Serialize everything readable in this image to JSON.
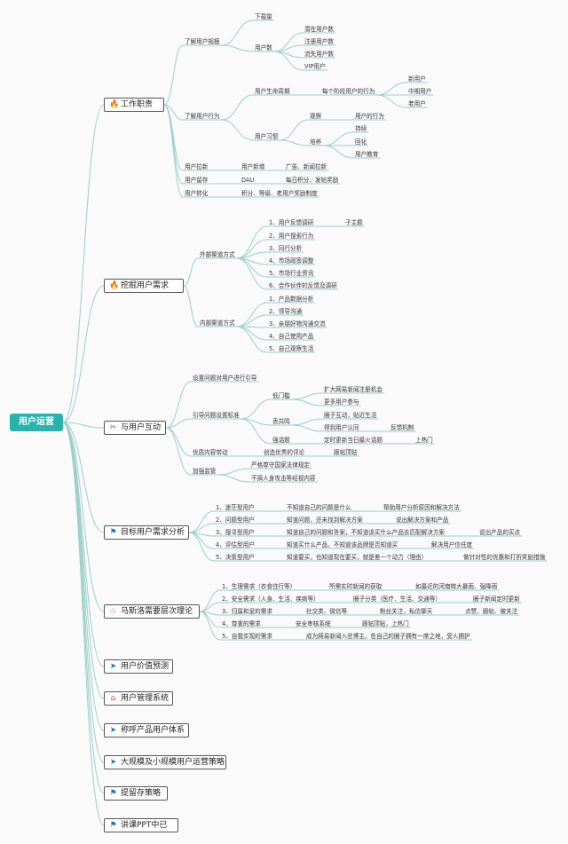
{
  "root": "用户运营",
  "colors": {
    "line": "#9ccfc9",
    "root": "#2ab3ac",
    "icon_blue": "#1a73c9",
    "icon_red": "#e53935"
  },
  "icons": [
    "flame-icon",
    "flame-icon",
    "sparkle-icon",
    "flag-icon",
    "star-icon",
    "paper-plane-icon",
    "house-icon",
    "paper-plane-icon",
    "paper-plane-icon",
    "flag-icon",
    "flag-icon"
  ],
  "branches": [
    {
      "label": "工作职责",
      "children": [
        {
          "label": "了解用户规模",
          "children": [
            {
              "label": "下载量"
            },
            {
              "label": "用户数",
              "children": [
                {
                  "label": "潜在用户数"
                },
                {
                  "label": "注册用户数"
                },
                {
                  "label": "流失用户数"
                },
                {
                  "label": "VIP用户"
                }
              ]
            }
          ]
        },
        {
          "label": "了解用户行为",
          "children": [
            {
              "label": "用户生命周期",
              "children": [
                {
                  "label": "每个阶段用户的行为",
                  "children": [
                    {
                      "label": "新用户"
                    },
                    {
                      "label": "中期用户"
                    },
                    {
                      "label": "老用户"
                    }
                  ]
                }
              ]
            },
            {
              "label": "用户习惯",
              "children": [
                {
                  "label": "观察",
                  "children": [
                    {
                      "label": "用户的行为"
                    }
                  ]
                },
                {
                  "label": "培养",
                  "children": [
                    {
                      "label": "持续"
                    },
                    {
                      "label": "回化"
                    },
                    {
                      "label": "用户教育"
                    }
                  ]
                }
              ]
            }
          ]
        },
        {
          "label": "用户拉新",
          "children": [
            {
              "label": "用户新增",
              "children": [
                {
                  "label": "广告、新闻拉新"
                }
              ]
            }
          ]
        },
        {
          "label": "用户留存",
          "children": [
            {
              "label": "DAU",
              "children": [
                {
                  "label": "每日积分、发帖奖励"
                }
              ]
            }
          ]
        },
        {
          "label": "用户转化",
          "children": [
            {
              "label": "积分、等级、老用户奖励制度"
            }
          ]
        }
      ]
    },
    {
      "label": "挖掘用户需求",
      "children": [
        {
          "label": "外部渠道方式",
          "children": [
            {
              "label": "1、用户反馈调研",
              "children": [
                {
                  "label": "子主题"
                }
              ]
            },
            {
              "label": "2、用户搜索行为"
            },
            {
              "label": "3、同行分析"
            },
            {
              "label": "4、市场政策调整"
            },
            {
              "label": "5、市场行业资讯"
            },
            {
              "label": "6、合作伙伴的反馈及调研"
            }
          ]
        },
        {
          "label": "内部渠道方式",
          "children": [
            {
              "label": "1、产品数据分析"
            },
            {
              "label": "2、领导沟通"
            },
            {
              "label": "3、亲朋好物沟通交流"
            },
            {
              "label": "4、自己使用产品"
            },
            {
              "label": "5、自己观察生活"
            }
          ]
        }
      ]
    },
    {
      "label": "与用户互动",
      "children": [
        {
          "label": "设置问题对用户进行引导"
        },
        {
          "label": "引导问题设置标准",
          "children": [
            {
              "label": "低门槛",
              "children": [
                {
                  "label": "扩大网易新闻注册机会"
                },
                {
                  "label": "更多用户参与"
                }
              ]
            },
            {
              "label": "丢共鸣",
              "children": [
                {
                  "label": "圈子互动，贴近生活"
                },
                {
                  "label": "得到用户认同",
                  "children": [
                    {
                      "label": "反馈机制"
                    }
                  ]
                }
              ]
            },
            {
              "label": "强话题",
              "children": [
                {
                  "label": "定时更新当日最火话题",
                  "children": [
                    {
                      "label": "上热门"
                    }
                  ]
                }
              ]
            }
          ]
        },
        {
          "label": "优质内容带动",
          "children": [
            {
              "label": "创造优秀的评论",
              "children": [
                {
                  "label": "跟帖顶贴"
                }
              ]
            }
          ]
        },
        {
          "label": "加强监管",
          "children": [
            {
              "label": "严格尊守国家法律规定"
            },
            {
              "label": "不搞人身攻击等经视内容"
            }
          ]
        }
      ]
    },
    {
      "label": "目标用户需求分析",
      "children": [
        {
          "label": "1、迷茫型用户",
          "children": [
            {
              "label": "不知道自己的问题是什么",
              "children": [
                {
                  "label": "帮助用户分析原因和解决方法"
                }
              ]
            }
          ]
        },
        {
          "label": "2、问题型用户",
          "children": [
            {
              "label": "知道问题，还未找到解决方案",
              "children": [
                {
                  "label": "说出解决方案和产品"
                }
              ]
            }
          ]
        },
        {
          "label": "3、搜寻型用户",
          "children": [
            {
              "label": "知道自己的问题和答案，不知道该买什么产品去匹配解决方案",
              "children": [
                {
                  "label": "说出产品的买点"
                }
              ]
            }
          ]
        },
        {
          "label": "4、评估型用户",
          "children": [
            {
              "label": "知道买什么产品，不知道该品牌是否知道买",
              "children": [
                {
                  "label": "解决用户信任度"
                }
              ]
            }
          ]
        },
        {
          "label": "5、决策型用户",
          "children": [
            {
              "label": "知道要买，也知道现在要买，就是差一个动力（理由）",
              "children": [
                {
                  "label": "做针对性的优惠和打折奖励措施"
                }
              ]
            }
          ]
        }
      ]
    },
    {
      "label": "马斯洛需要层次理论",
      "children": [
        {
          "label": "1、生理需求（衣食住行等）",
          "children": [
            {
              "label": "所需实时新闻的获取",
              "children": [
                {
                  "label": "如最近的河南特大暴雨、强降雨"
                }
              ]
            }
          ]
        },
        {
          "label": "2、安全需求（人身、生活、疾病等）",
          "children": [
            {
              "label": "圈子分类（医疗、生活、交通等）",
              "children": [
                {
                  "label": "圈子新闻定时更新"
                }
              ]
            }
          ]
        },
        {
          "label": "3、归属和爱的需求",
          "children": [
            {
              "label": "社交类、微信等",
              "children": [
                {
                  "label": "粉丝关注，私信聊天",
                  "children": [
                    {
                      "label": "点赞、跟帖、被关注"
                    }
                  ]
                }
              ]
            }
          ]
        },
        {
          "label": "4、尊重的需求",
          "children": [
            {
              "label": "安全审核系统",
              "children": [
                {
                  "label": "跟帖顶贴，上热门"
                }
              ]
            }
          ]
        },
        {
          "label": "5、自我实现的需求",
          "children": [
            {
              "label": "成为网易新闻入驻博主，在自己的圈子拥有一席之地，受人拥护"
            }
          ]
        }
      ]
    },
    {
      "label": "用户价值预测"
    },
    {
      "label": "用户管理系统"
    },
    {
      "label": "称呼产品用户体系"
    },
    {
      "label": "大规模及小规模用户运营策略"
    },
    {
      "label": "提留存策略"
    },
    {
      "label": "讲课PPT中已"
    }
  ]
}
